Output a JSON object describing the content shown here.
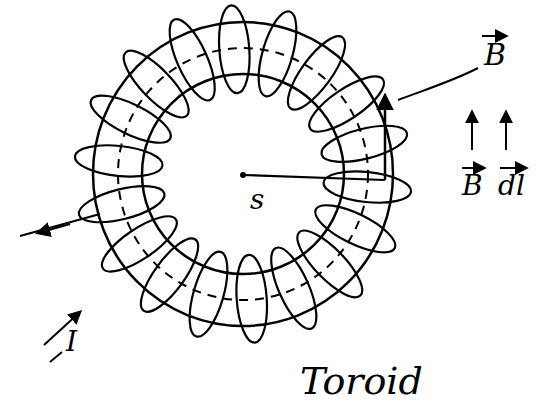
{
  "diagram": {
    "labels": [
      "B",
      "s",
      "B",
      "dl",
      "I",
      "Toroid"
    ]
  }
}
